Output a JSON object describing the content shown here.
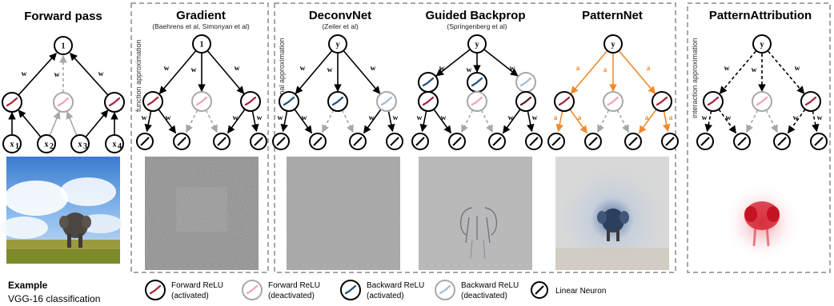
{
  "panels": {
    "forward": {
      "title": "Forward pass"
    },
    "gradient": {
      "title": "Gradient",
      "citation": "(Baehrens et al, Simonyan et al)"
    },
    "deconvnet": {
      "title": "DeconvNet",
      "citation": "(Zeiler et al)"
    },
    "guided": {
      "title": "Guided Backprop",
      "citation": "(Springenberg et al)"
    },
    "patternnet": {
      "title": "PatternNet"
    },
    "patternattr": {
      "title": "PatternAttribution"
    }
  },
  "group_labels": {
    "function": "function approximation",
    "signal": "signal approximation",
    "interaction": "interaction approximation"
  },
  "node_labels": {
    "y": "y",
    "one": "1",
    "x1": "x",
    "x2": "x",
    "x3": "x",
    "x4": "x"
  },
  "example": {
    "title": "Example",
    "subtitle": "VGG-16 classification"
  },
  "legend": [
    {
      "label": "Forward ReLU",
      "sub": "(activated)"
    },
    {
      "label": "Forward ReLU",
      "sub": "(deactivated)"
    },
    {
      "label": "Backward ReLU",
      "sub": "(activated)"
    },
    {
      "label": "Backward ReLU",
      "sub": "(deactivated)"
    },
    {
      "label": "Linear Neuron",
      "sub": ""
    }
  ],
  "colors": {
    "activated_relu": "#a8253a",
    "deactivated_relu": "#f2a3b0",
    "backward_relu": "#1f4f7e",
    "backward_deact": "#9fbcd8",
    "pattern": "#f08a2c",
    "grey_edge": "#a8a8a8",
    "panel_border": "#8a8a8a",
    "attr_red": "#d01020"
  }
}
